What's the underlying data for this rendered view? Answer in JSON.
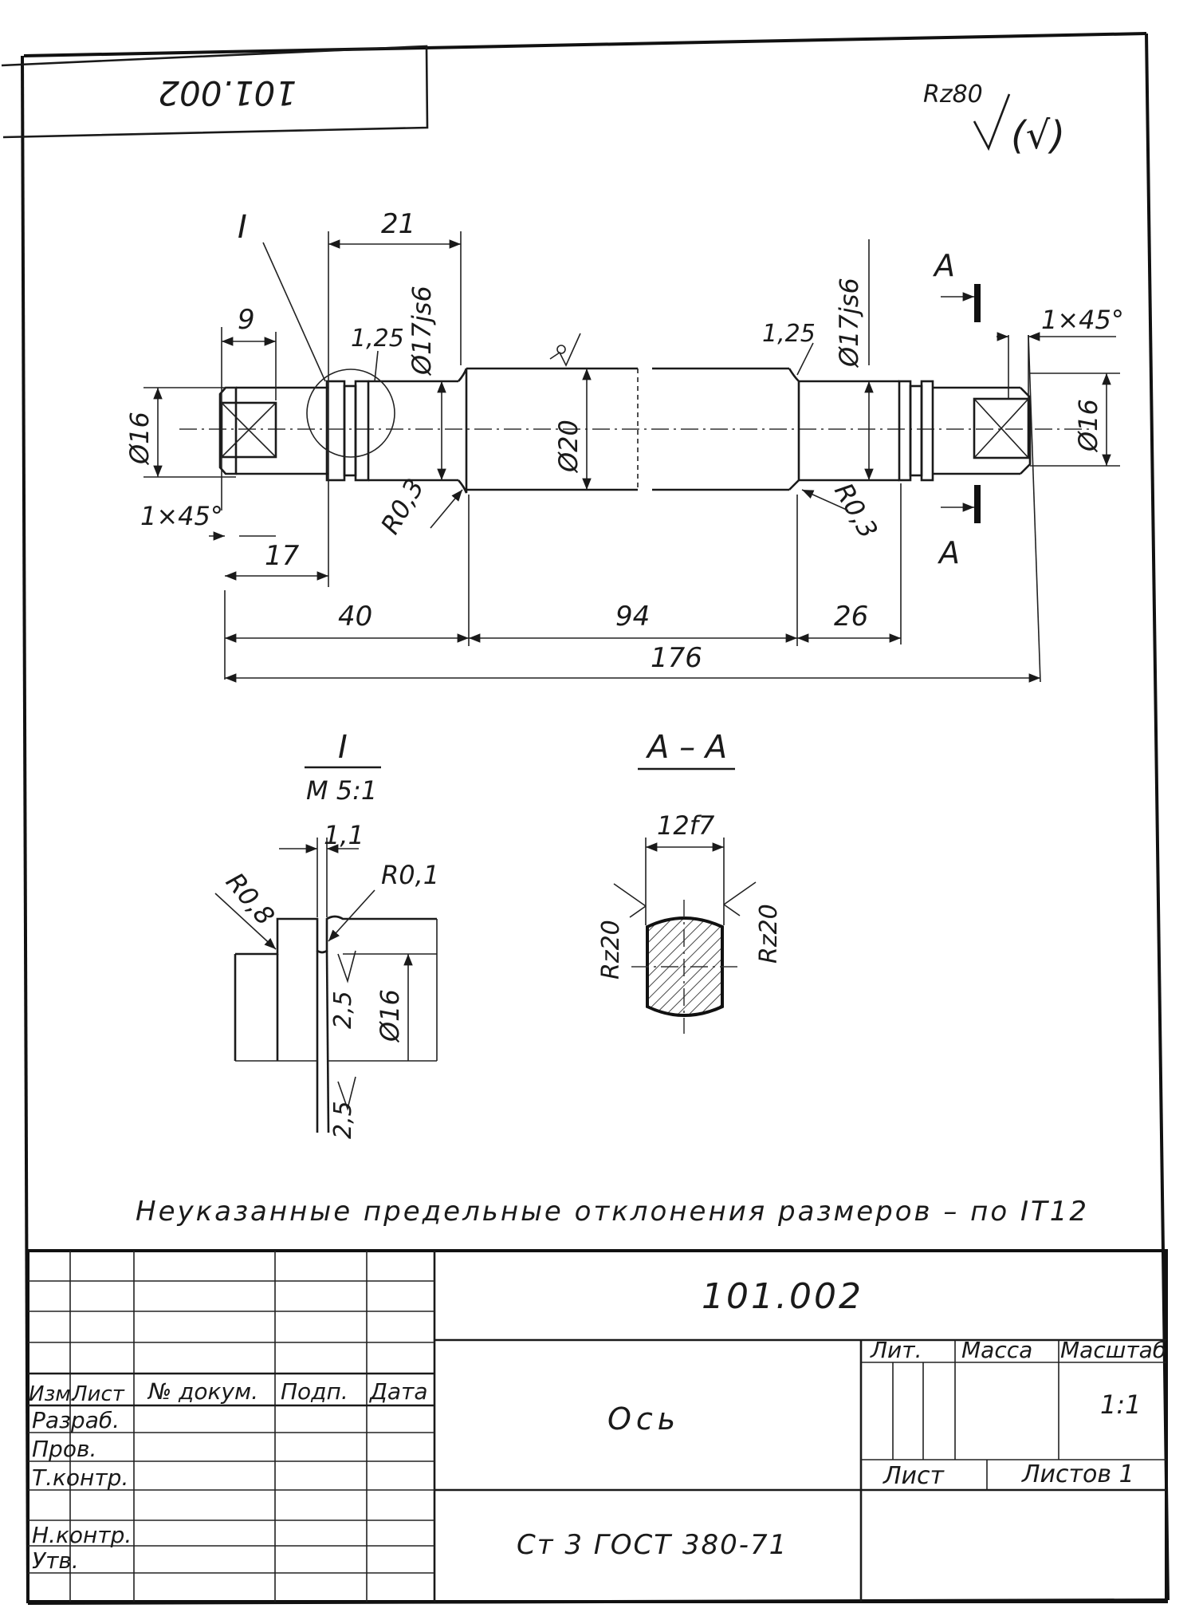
{
  "doc_code_rotated": "101.002",
  "roughness": {
    "general": "Rz80",
    "symbol_note": "(√)"
  },
  "main_view": {
    "detail_mark": "I",
    "dims": {
      "d21": "21",
      "d9": "9",
      "d125_left": "1,25",
      "dia17_left": "Ø17js6",
      "dia17_right": "Ø17js6",
      "d125_right": "1,25",
      "dia16_left": "Ø16",
      "dia16_right": "Ø16",
      "dia20": "Ø20",
      "chamfer_left": "1×45°",
      "chamfer_right": "1×45°",
      "r03_left": "R0,3",
      "r03_right": "R0,3",
      "d17": "17",
      "d40": "40",
      "d94": "94",
      "d26": "26",
      "d176": "176"
    },
    "section_top": "A",
    "section_bottom": "A"
  },
  "detail_view": {
    "title": "I",
    "scale": "М 5:1",
    "d11": "1,1",
    "r01": "R0,1",
    "r08": "R0,8",
    "rough_a": "2,5",
    "rough_b": "2,5",
    "dia16": "Ø16"
  },
  "section_view": {
    "title": "А – А",
    "width": "12f7",
    "rz_left": "Rz20",
    "rz_right": "Rz20"
  },
  "note": "Неуказанные предельные отклонения размеров – по IT12",
  "title_block": {
    "designation": "101.002",
    "name": "Ось",
    "material": "Ст 3 ГОСТ 380-71",
    "col_lit": "Лит.",
    "col_mass": "Масса",
    "col_scale": "Масштаб",
    "scale_value": "1:1",
    "sheet": "Лист",
    "sheets": "Листов 1",
    "hdr_izm": "Изм.",
    "hdr_list": "Лист",
    "hdr_doc": "№ докум.",
    "hdr_sign": "Подп.",
    "hdr_date": "Дата",
    "role_razrab": "Разраб.",
    "role_prov": "Пров.",
    "role_tkontr": "Т.контр.",
    "role_nkontr": "Н.контр.",
    "role_utv": "Утв."
  }
}
